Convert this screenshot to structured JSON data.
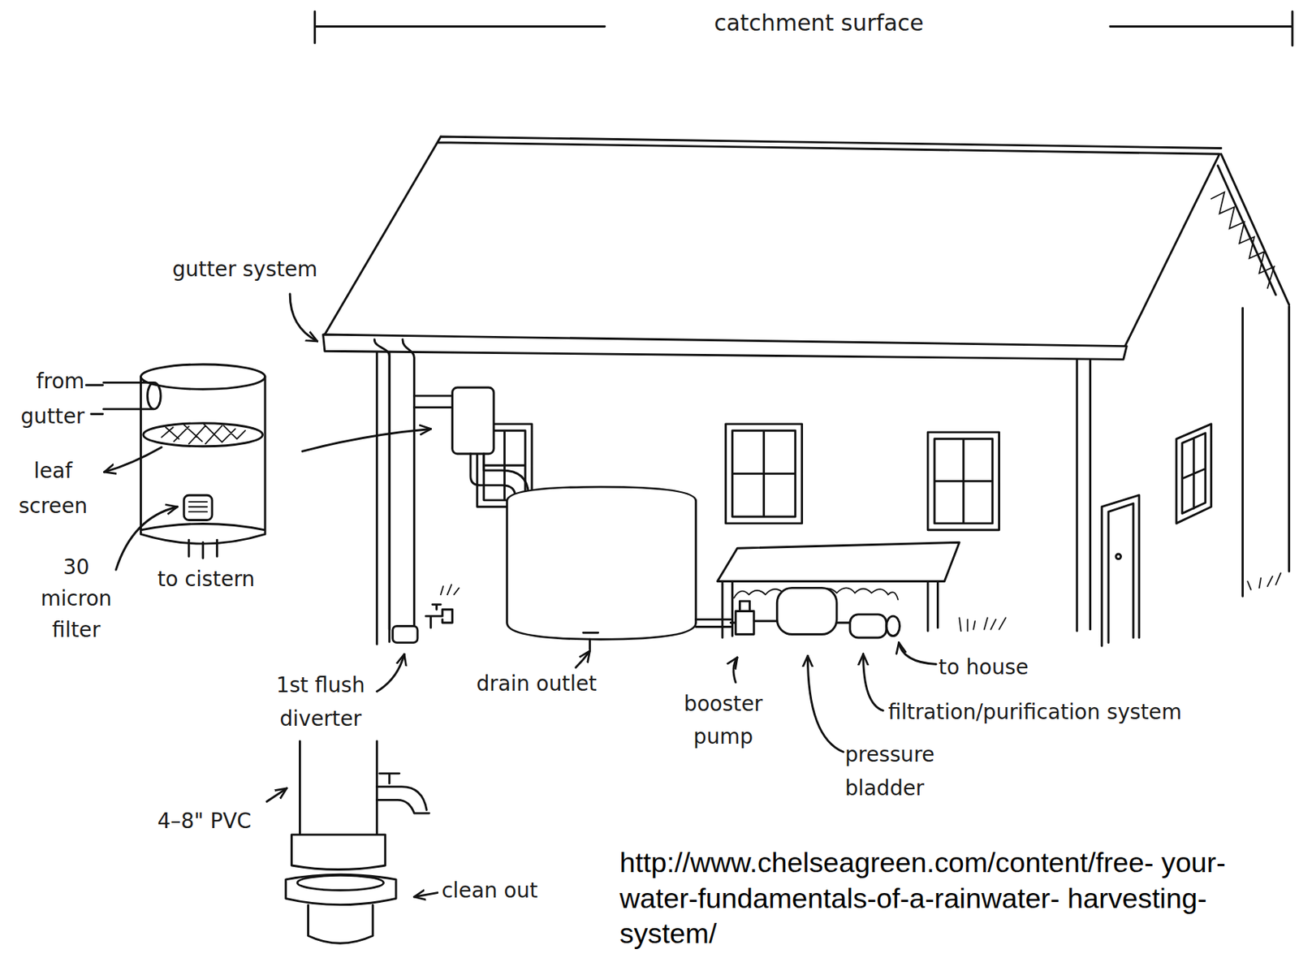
{
  "diagram": {
    "labels": [
      "catchment surface",
      "gutter system",
      "from gutter",
      "leaf screen",
      "30 micron filter",
      "to cistern",
      "1st flush diverter",
      "drain outlet",
      "booster pump",
      "to house",
      "filtration/purification system",
      "pressure bladder",
      "4–8\" PVC",
      "clean out",
      "http://www.chelseagreen.com/content/free- your-water-fundamentals-of-a-rainwater- harvesting-system/"
    ]
  }
}
